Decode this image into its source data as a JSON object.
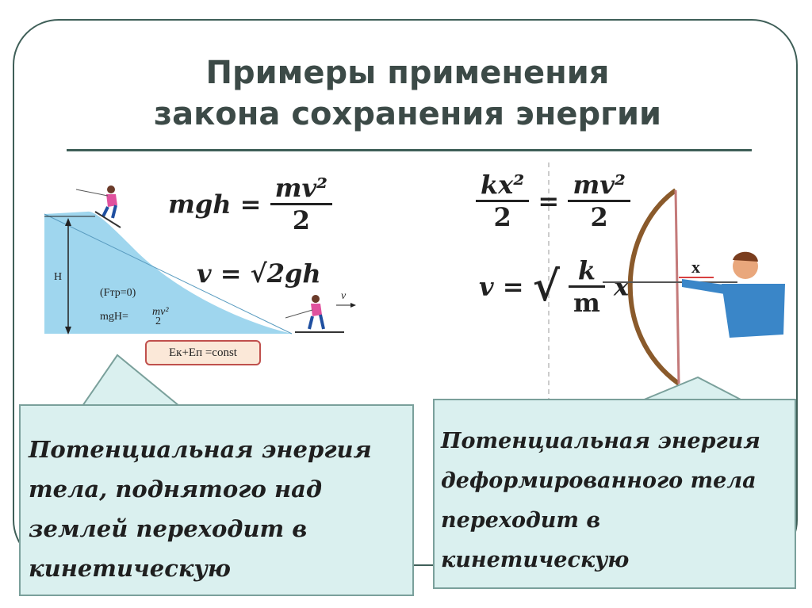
{
  "slide": {
    "title_line1": "Примеры применения",
    "title_line2": "закона сохранения энергии"
  },
  "formulas": {
    "f1_lhs": "mgh =",
    "f1_num": "mv²",
    "f1_den": "2",
    "f2": "v = √2gh",
    "f3_num_left": "kx²",
    "f3_den_left": "2",
    "f3_eq": "=",
    "f3_num_right": "mv²",
    "f3_den_right": "2",
    "f4_lhs": "v =",
    "f4_num": "k",
    "f4_den": "m",
    "f4_x": "x"
  },
  "slope_figure": {
    "label_h": "H",
    "label_friction": "(Fтр=0)",
    "label_energy": "mgH=",
    "label_mv": "mv²",
    "label_two": "2",
    "label_velocity": "v",
    "const_box": "Eк+Eп =const"
  },
  "bow_figure": {
    "label_x": "x"
  },
  "boxes": {
    "left_text": [
      "Потенциальная энергия",
      "тела, поднятого над",
      "землей переходит в",
      "кинетическую"
    ],
    "right_text": [
      "Потенциальная энергия",
      "деформированного тела",
      "переходит в",
      "кинетическую"
    ]
  },
  "colors": {
    "frame": "#3f5f58",
    "box_fill": "#daf0ef",
    "slope_fill": "#9fd6ee",
    "const_box": "#c0504d"
  }
}
